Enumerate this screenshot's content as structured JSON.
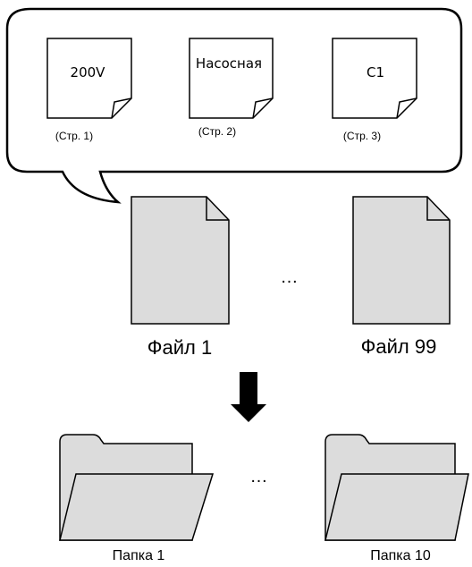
{
  "callout": {
    "pages": [
      {
        "text": "200V",
        "ref": "(Стр. 1)"
      },
      {
        "text": "Насосная",
        "ref": "(Стр. 2)"
      },
      {
        "text": "C1",
        "ref": "(Стр. 3)"
      }
    ]
  },
  "files": {
    "items": [
      "Файл 1",
      "Файл 99"
    ],
    "ellipsis": "…"
  },
  "folders": {
    "items": [
      "Папка 1",
      "Папка 10"
    ],
    "ellipsis": "…"
  },
  "colors": {
    "stroke": "#000000",
    "fill_gray": "#dcdcdc",
    "fill_white": "#ffffff"
  }
}
